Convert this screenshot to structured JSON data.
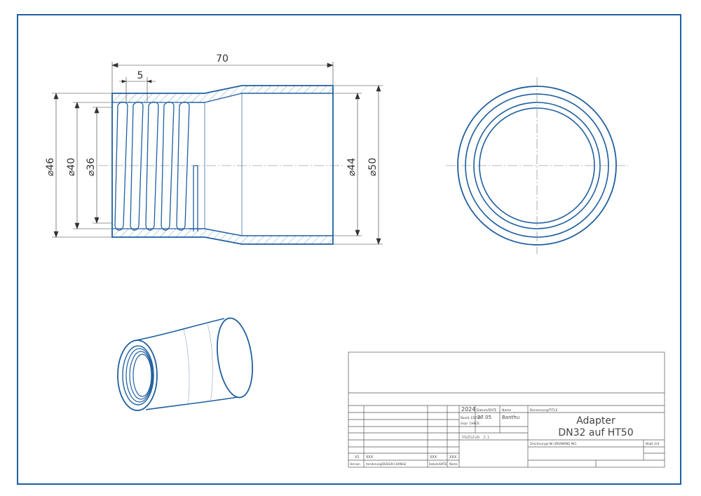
{
  "dimensions": {
    "overall_length": "70",
    "thread_pitch": "5",
    "dia_outer_left": "⌀46",
    "dia_thread_major": "⌀40",
    "dia_thread_minor": "⌀36",
    "dia_inner_right": "⌀44",
    "dia_outer_right": "⌀50"
  },
  "title_block": {
    "year": "2024",
    "date_header": "Datum/DATE",
    "name_header": "Name",
    "title_header": "Benennung/TITLE",
    "edited_label": "Bearb. EDITOR",
    "checked_label": "Gepr. CHECK",
    "edit_date": "27.05",
    "editor_name": "Banthu",
    "scale_label": "Maßstab",
    "scale_value": "2:1",
    "title_line1": "Adapter",
    "title_line2": "DN32 auf HT50",
    "drawing_no_label": "Zeichnungs-Nr./DRAWING NO.",
    "sheet_label": "Blatt 2/4",
    "rev_version": "V1",
    "rev_change": "XXX",
    "rev_date": "XXX",
    "rev_name": "XXX",
    "hdr_version": "Version",
    "hdr_change": "Aenderung/DESIGN CHANGE",
    "hdr_date": "Datum/DATE",
    "hdr_name": "Name"
  },
  "colors": {
    "line": "#1f5fa0",
    "dim": "#333333"
  }
}
